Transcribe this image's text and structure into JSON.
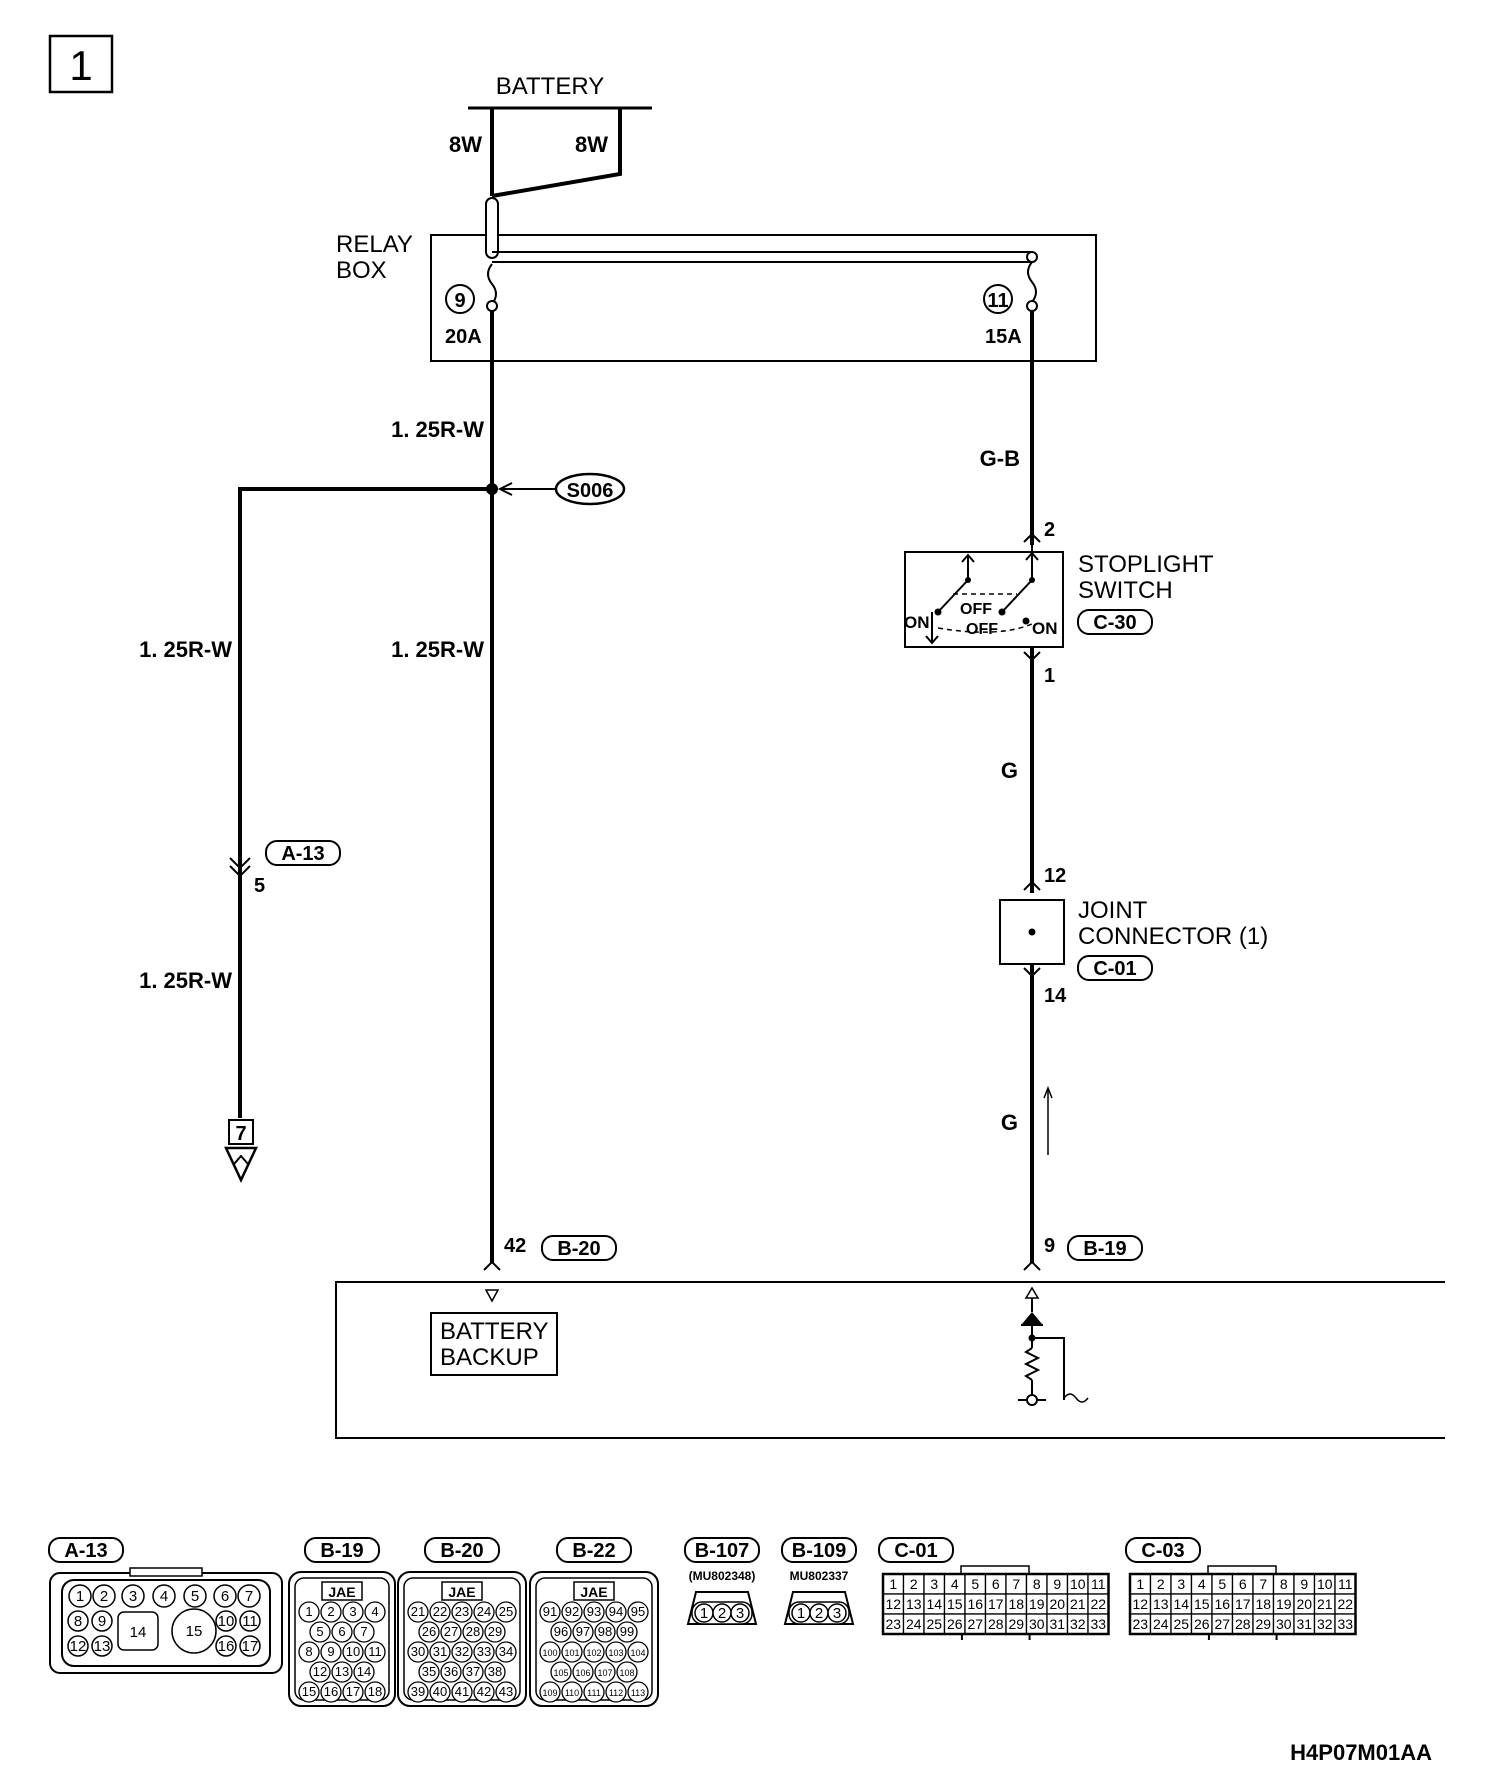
{
  "page_number": "1",
  "battery": {
    "label": "BATTERY",
    "wire_left": "8W",
    "wire_right": "8W"
  },
  "relay_box": {
    "label_line1": "RELAY",
    "label_line2": "BOX",
    "fuse_left_no": "9",
    "fuse_left_amp": "20A",
    "fuse_right_no": "11",
    "fuse_right_amp": "15A"
  },
  "wires": {
    "rw_top": "1. 25R-W",
    "rw_left_upper": "1. 25R-W",
    "rw_middle": "1. 25R-W",
    "rw_left_lower": "1. 25R-W",
    "gb": "G-B",
    "g_upper": "G",
    "g_lower": "G"
  },
  "splice": "S006",
  "stoplight_switch": {
    "label_line1": "STOPLIGHT",
    "label_line2": "SWITCH",
    "connector": "C-30",
    "pin_top": "2",
    "pin_bottom": "1",
    "on_left": "ON",
    "off_upper": "OFF",
    "off_lower": "OFF",
    "on_right": "ON"
  },
  "joint_connector": {
    "label_line1": "JOINT",
    "label_line2": "CONNECTOR (1)",
    "connector": "C-01",
    "pin_top": "12",
    "pin_bottom": "14"
  },
  "a13_inline": {
    "connector": "A-13",
    "pin": "5"
  },
  "ground": {
    "number": "7"
  },
  "ecu": {
    "pin_left": "42",
    "connector_left": "B-20",
    "pin_right": "9",
    "connector_right": "B-19",
    "battery_backup_line1": "BATTERY",
    "battery_backup_line2": "BACKUP"
  },
  "connector_views": {
    "a13": {
      "label": "A-13",
      "pins_row1": [
        "1",
        "2",
        "3",
        "4",
        "5",
        "6",
        "7"
      ],
      "pins_row2": [
        "8",
        "9",
        "14",
        "15",
        "10",
        "11"
      ],
      "pins_row3": [
        "12",
        "13",
        "16",
        "17"
      ]
    },
    "b19": {
      "label": "B-19",
      "maker": "JAE",
      "rows": [
        [
          "1",
          "2",
          "3",
          "4"
        ],
        [
          "5",
          "6",
          "7"
        ],
        [
          "8",
          "9",
          "10",
          "11"
        ],
        [
          "12",
          "13",
          "14"
        ],
        [
          "15",
          "16",
          "17",
          "18"
        ]
      ]
    },
    "b20": {
      "label": "B-20",
      "maker": "JAE",
      "rows": [
        [
          "21",
          "22",
          "23",
          "24",
          "25"
        ],
        [
          "26",
          "27",
          "28",
          "29"
        ],
        [
          "30",
          "31",
          "32",
          "33",
          "34"
        ],
        [
          "35",
          "36",
          "37",
          "38"
        ],
        [
          "39",
          "40",
          "41",
          "42",
          "43"
        ]
      ]
    },
    "b22": {
      "label": "B-22",
      "maker": "JAE",
      "rows": [
        [
          "91",
          "92",
          "93",
          "94",
          "95"
        ],
        [
          "96",
          "97",
          "98",
          "99"
        ],
        [
          "100",
          "101",
          "102",
          "103",
          "104"
        ],
        [
          "105",
          "106",
          "107",
          "108"
        ],
        [
          "109",
          "110",
          "111",
          "112",
          "113"
        ]
      ]
    },
    "b107": {
      "label": "B-107",
      "part": "(MU802348)",
      "pins": [
        "1",
        "2",
        "3"
      ]
    },
    "b109": {
      "label": "B-109",
      "part": "MU802337",
      "pins": [
        "1",
        "2",
        "3"
      ]
    },
    "c01": {
      "label": "C-01",
      "rows": [
        [
          "1",
          "2",
          "3",
          "4",
          "5",
          "6",
          "7",
          "8",
          "9",
          "10",
          "11"
        ],
        [
          "12",
          "13",
          "14",
          "15",
          "16",
          "17",
          "18",
          "19",
          "20",
          "21",
          "22"
        ],
        [
          "23",
          "24",
          "25",
          "26",
          "27",
          "28",
          "29",
          "30",
          "31",
          "32",
          "33"
        ]
      ]
    },
    "c03": {
      "label": "C-03",
      "rows": [
        [
          "1",
          "2",
          "3",
          "4",
          "5",
          "6",
          "7",
          "8",
          "9",
          "10",
          "11"
        ],
        [
          "12",
          "13",
          "14",
          "15",
          "16",
          "17",
          "18",
          "19",
          "20",
          "21",
          "22"
        ],
        [
          "23",
          "24",
          "25",
          "26",
          "27",
          "28",
          "29",
          "30",
          "31",
          "32",
          "33"
        ]
      ]
    }
  },
  "diagram_code": "H4P07M01AA"
}
